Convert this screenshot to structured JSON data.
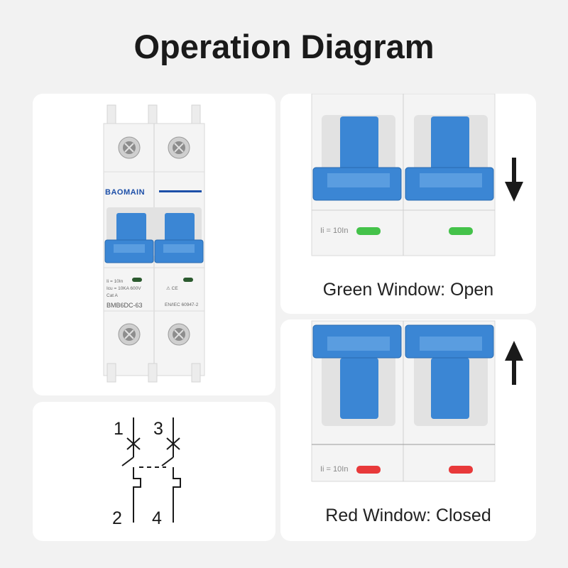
{
  "title": "Operation Diagram",
  "product": {
    "brand": "BAOMAIN",
    "rating_line1": "Ii = 10In",
    "rating_line2": "Icu = 10KA  600V",
    "rating_line3": "Cat A",
    "model": "BMB6DC-63",
    "standard": "EN/IEC 60947-2"
  },
  "symbol": {
    "terminals": [
      "1",
      "3",
      "2",
      "4"
    ]
  },
  "open_panel": {
    "rating": "Ii = 10In",
    "caption": "Green Window: Open",
    "indicator_color": "#44c24a",
    "arrow": "down-arrow-icon"
  },
  "closed_panel": {
    "rating": "Ii = 10In",
    "caption": "Red Window: Closed",
    "indicator_color": "#e8393a",
    "arrow": "up-arrow-icon"
  },
  "colors": {
    "handle_blue": "#3b86d4",
    "body_white": "#f4f4f4",
    "brand_blue": "#1d4fa8"
  }
}
